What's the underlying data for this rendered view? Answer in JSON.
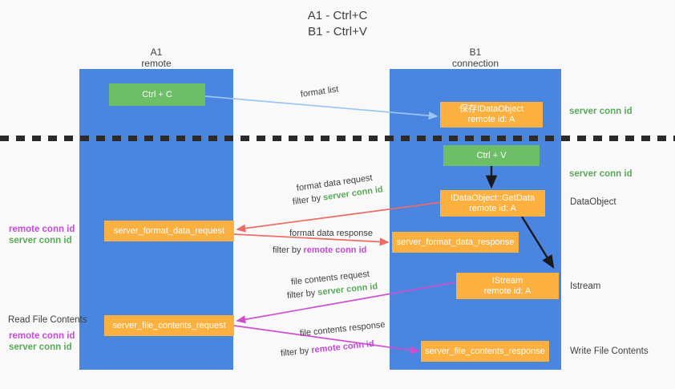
{
  "title": {
    "line1": "A1 - Ctrl+C",
    "line2": "B1 - Ctrl+V"
  },
  "columns": [
    {
      "name": "A1",
      "sub": "remote"
    },
    {
      "name": "B1",
      "sub": "connection"
    }
  ],
  "boxes": {
    "ctrl_c": "Ctrl + C",
    "save_idataobject_l1": "保存IDataObject",
    "save_idataobject_l2": "remote id: A",
    "ctrl_v": "Ctrl + V",
    "getdata_l1": "IDataObject::GetData",
    "getdata_l2": "remote id: A",
    "format_data_request": "server_format_data_request",
    "format_data_response": "server_format_data_response",
    "istream_l1": "IStream",
    "istream_l2": "remote id: A",
    "file_contents_request": "server_file_contents_request",
    "file_contents_response": "server_file_contents_response"
  },
  "edge_labels": {
    "format_list": "format list",
    "fmt_req_line1": "format data request",
    "fmt_req_line2_pre": "filter by ",
    "fmt_req_line2_key": "server conn id",
    "fmt_res_line1": "format data response",
    "fmt_res_line2_pre": "filter by ",
    "fmt_res_line2_key": "remote conn id",
    "file_req_line1": "file contents request",
    "file_req_line2_pre": "filter by ",
    "file_req_line2_key": "server conn id",
    "file_res_line1": "file contents response",
    "file_res_line2_pre": "filter by ",
    "file_res_line2_key": "remote conn id"
  },
  "left_labels": {
    "mid_remote": "remote conn id",
    "mid_server": "server conn id",
    "read_file_contents": "Read File Contents",
    "low_remote": "remote conn id",
    "low_server": "server conn id"
  },
  "right_labels": {
    "server_conn_top": "server conn id",
    "server_conn_mid": "server conn id",
    "dataobject": "DataObject",
    "istream": "Istream",
    "write_file_contents": "Write File Contents"
  },
  "colors": {
    "lane": "#4a86e0",
    "green_box": "#6dbf67",
    "orange_box": "#fbb040",
    "arrow_blue": "#9cc5ef",
    "arrow_red": "#ed6b64",
    "arrow_magenta": "#cc4fd0",
    "arrow_black": "#1a1a1a",
    "server_conn_text": "#5aa95a",
    "remote_conn_text": "#c24bd6",
    "background": "#f9f9f9"
  }
}
